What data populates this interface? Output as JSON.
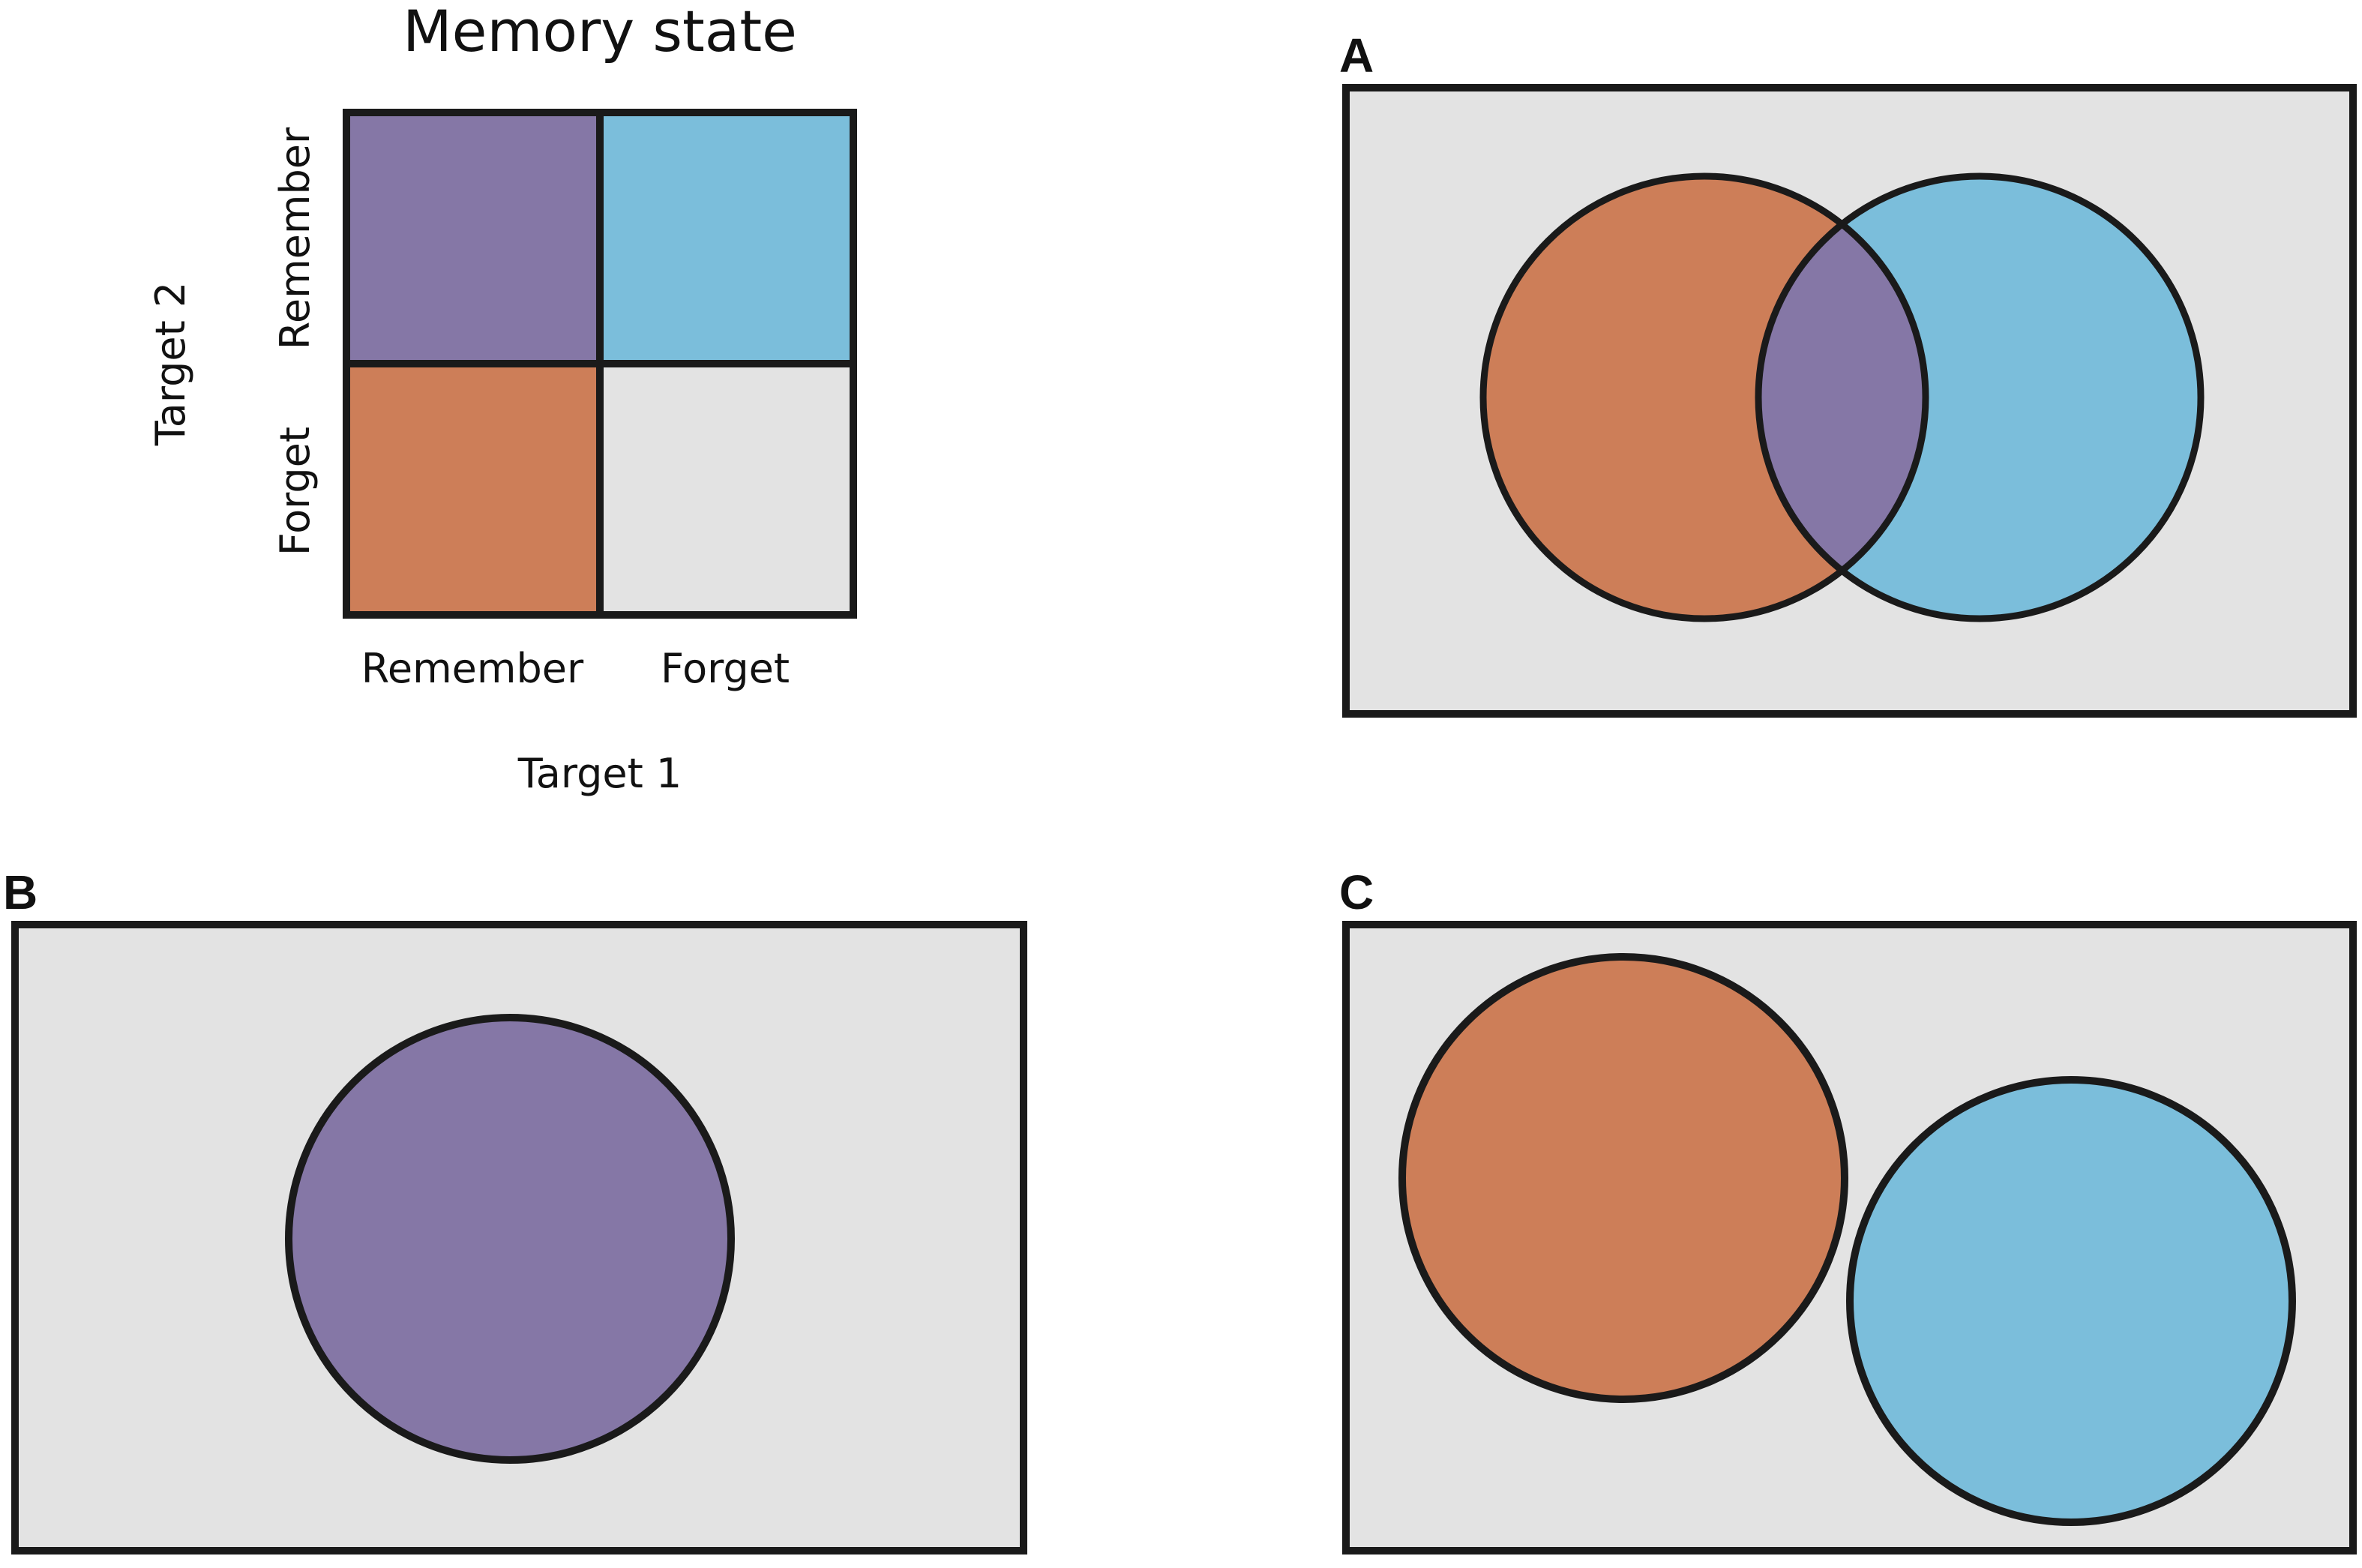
{
  "colors": {
    "remember_both": "#8577a6",
    "remember_target2_only": "#7bbedb",
    "remember_target1_only": "#cd7e58",
    "forget_both": "#e3e3e3",
    "panel_background": "#e3e3e3",
    "stroke": "#1a1a1a"
  },
  "matrix": {
    "title": "Memory state",
    "x_axis_label": "Target 1",
    "y_axis_label": "Target 2",
    "col_labels": [
      "Remember",
      "Forget"
    ],
    "row_labels": [
      "Remember",
      "Forget"
    ]
  },
  "panels": {
    "a": {
      "letter": "A"
    },
    "b": {
      "letter": "B"
    },
    "c": {
      "letter": "C"
    }
  }
}
